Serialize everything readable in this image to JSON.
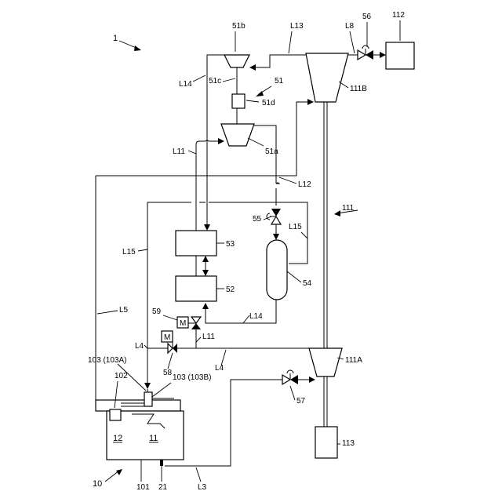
{
  "labels": {
    "system": "1",
    "boiler": "10",
    "furnace": "11",
    "chamber": "12",
    "item21": "21",
    "item101": "101",
    "item102": "102",
    "item103a": "103 (103A)",
    "item103b": "103 (103B)",
    "turbo_group": "51",
    "compressor_a": "51a",
    "expander_b": "51b",
    "shaft_c": "51c",
    "motor_d": "51d",
    "unit52": "52",
    "unit53": "53",
    "tank54": "54",
    "valve55": "55",
    "valve56": "56",
    "valve57": "57",
    "valve58": "58",
    "valve59": "59",
    "turbine": "111",
    "turbine_a": "111A",
    "turbine_b": "111B",
    "unit112": "112",
    "unit113": "113",
    "motor_letter": "M",
    "lines": {
      "l3": "L3",
      "l4a": "L4",
      "l4b": "L4",
      "l5": "L5",
      "l8": "L8",
      "l11a": "L11",
      "l11b": "L11",
      "l12": "L12",
      "l13": "L13",
      "l14a": "L14",
      "l14b": "L14",
      "l15a": "L15",
      "l15b": "L15"
    }
  }
}
